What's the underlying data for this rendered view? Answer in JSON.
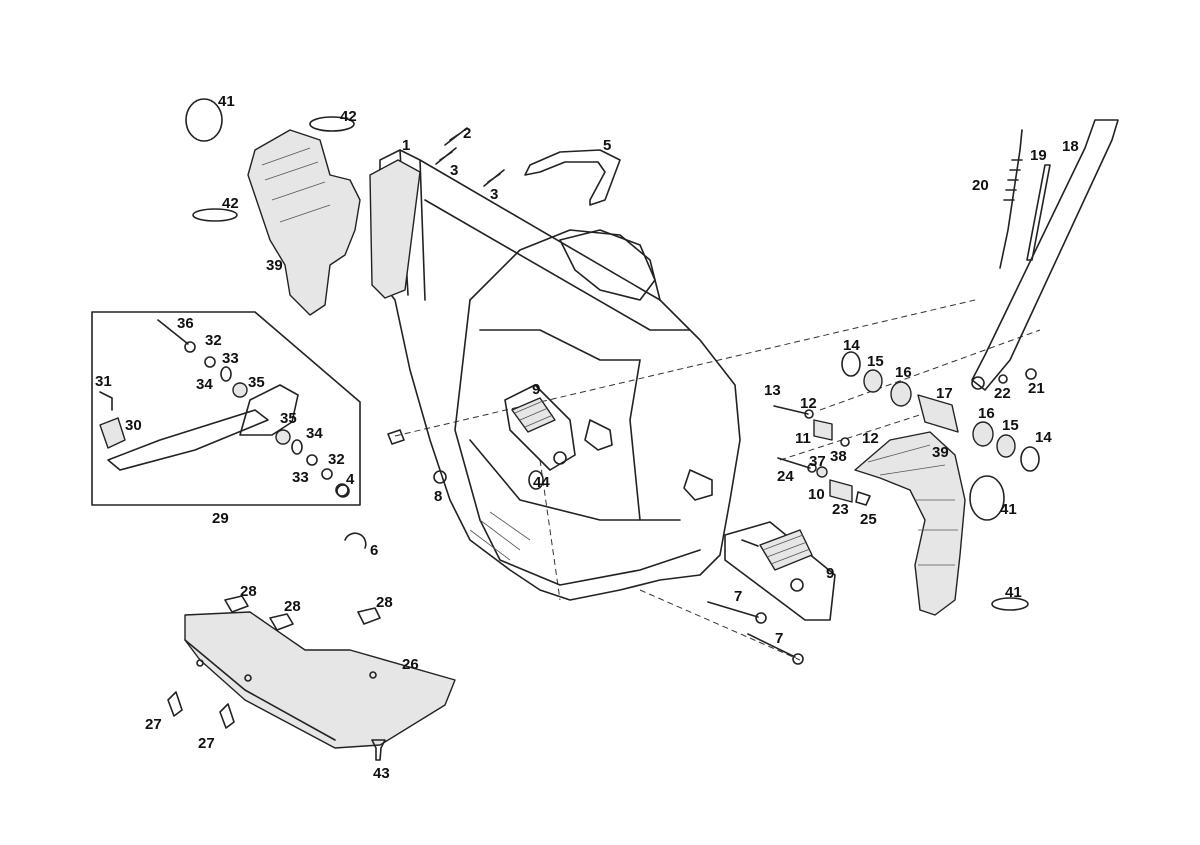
{
  "labels": [
    {
      "id": "lbl-41a",
      "text": "41"
    },
    {
      "id": "lbl-42a",
      "text": "42"
    },
    {
      "id": "lbl-42b",
      "text": "42"
    },
    {
      "id": "lbl-39a",
      "text": "39"
    },
    {
      "id": "lbl-1",
      "text": "1"
    },
    {
      "id": "lbl-2",
      "text": "2"
    },
    {
      "id": "lbl-3a",
      "text": "3"
    },
    {
      "id": "lbl-3b",
      "text": "3"
    },
    {
      "id": "lbl-5",
      "text": "5"
    },
    {
      "id": "lbl-20",
      "text": "20"
    },
    {
      "id": "lbl-19",
      "text": "19"
    },
    {
      "id": "lbl-18",
      "text": "18"
    },
    {
      "id": "lbl-36",
      "text": "36"
    },
    {
      "id": "lbl-32a",
      "text": "32"
    },
    {
      "id": "lbl-33a",
      "text": "33"
    },
    {
      "id": "lbl-34a",
      "text": "34"
    },
    {
      "id": "lbl-35a",
      "text": "35"
    },
    {
      "id": "lbl-31",
      "text": "31"
    },
    {
      "id": "lbl-30",
      "text": "30"
    },
    {
      "id": "lbl-35b",
      "text": "35"
    },
    {
      "id": "lbl-34b",
      "text": "34"
    },
    {
      "id": "lbl-33b",
      "text": "33"
    },
    {
      "id": "lbl-32b",
      "text": "32"
    },
    {
      "id": "lbl-4",
      "text": "4"
    },
    {
      "id": "lbl-29",
      "text": "29"
    },
    {
      "id": "lbl-9a",
      "text": "9"
    },
    {
      "id": "lbl-44",
      "text": "44"
    },
    {
      "id": "lbl-8",
      "text": "8"
    },
    {
      "id": "lbl-6",
      "text": "6"
    },
    {
      "id": "lbl-14a",
      "text": "14"
    },
    {
      "id": "lbl-15a",
      "text": "15"
    },
    {
      "id": "lbl-16a",
      "text": "16"
    },
    {
      "id": "lbl-17",
      "text": "17"
    },
    {
      "id": "lbl-22",
      "text": "22"
    },
    {
      "id": "lbl-21",
      "text": "21"
    },
    {
      "id": "lbl-13",
      "text": "13"
    },
    {
      "id": "lbl-12a",
      "text": "12"
    },
    {
      "id": "lbl-11",
      "text": "11"
    },
    {
      "id": "lbl-12b",
      "text": "12"
    },
    {
      "id": "lbl-16b",
      "text": "16"
    },
    {
      "id": "lbl-15b",
      "text": "15"
    },
    {
      "id": "lbl-14b",
      "text": "14"
    },
    {
      "id": "lbl-39b",
      "text": "39"
    },
    {
      "id": "lbl-37",
      "text": "37"
    },
    {
      "id": "lbl-38",
      "text": "38"
    },
    {
      "id": "lbl-24",
      "text": "24"
    },
    {
      "id": "lbl-10",
      "text": "10"
    },
    {
      "id": "lbl-23",
      "text": "23"
    },
    {
      "id": "lbl-25",
      "text": "25"
    },
    {
      "id": "lbl-41b",
      "text": "41"
    },
    {
      "id": "lbl-9b",
      "text": "9"
    },
    {
      "id": "lbl-7a",
      "text": "7"
    },
    {
      "id": "lbl-7b",
      "text": "7"
    },
    {
      "id": "lbl-41c",
      "text": "41"
    },
    {
      "id": "lbl-28a",
      "text": "28"
    },
    {
      "id": "lbl-28b",
      "text": "28"
    },
    {
      "id": "lbl-28c",
      "text": "28"
    },
    {
      "id": "lbl-26",
      "text": "26"
    },
    {
      "id": "lbl-27a",
      "text": "27"
    },
    {
      "id": "lbl-27b",
      "text": "27"
    },
    {
      "id": "lbl-43",
      "text": "43"
    }
  ]
}
